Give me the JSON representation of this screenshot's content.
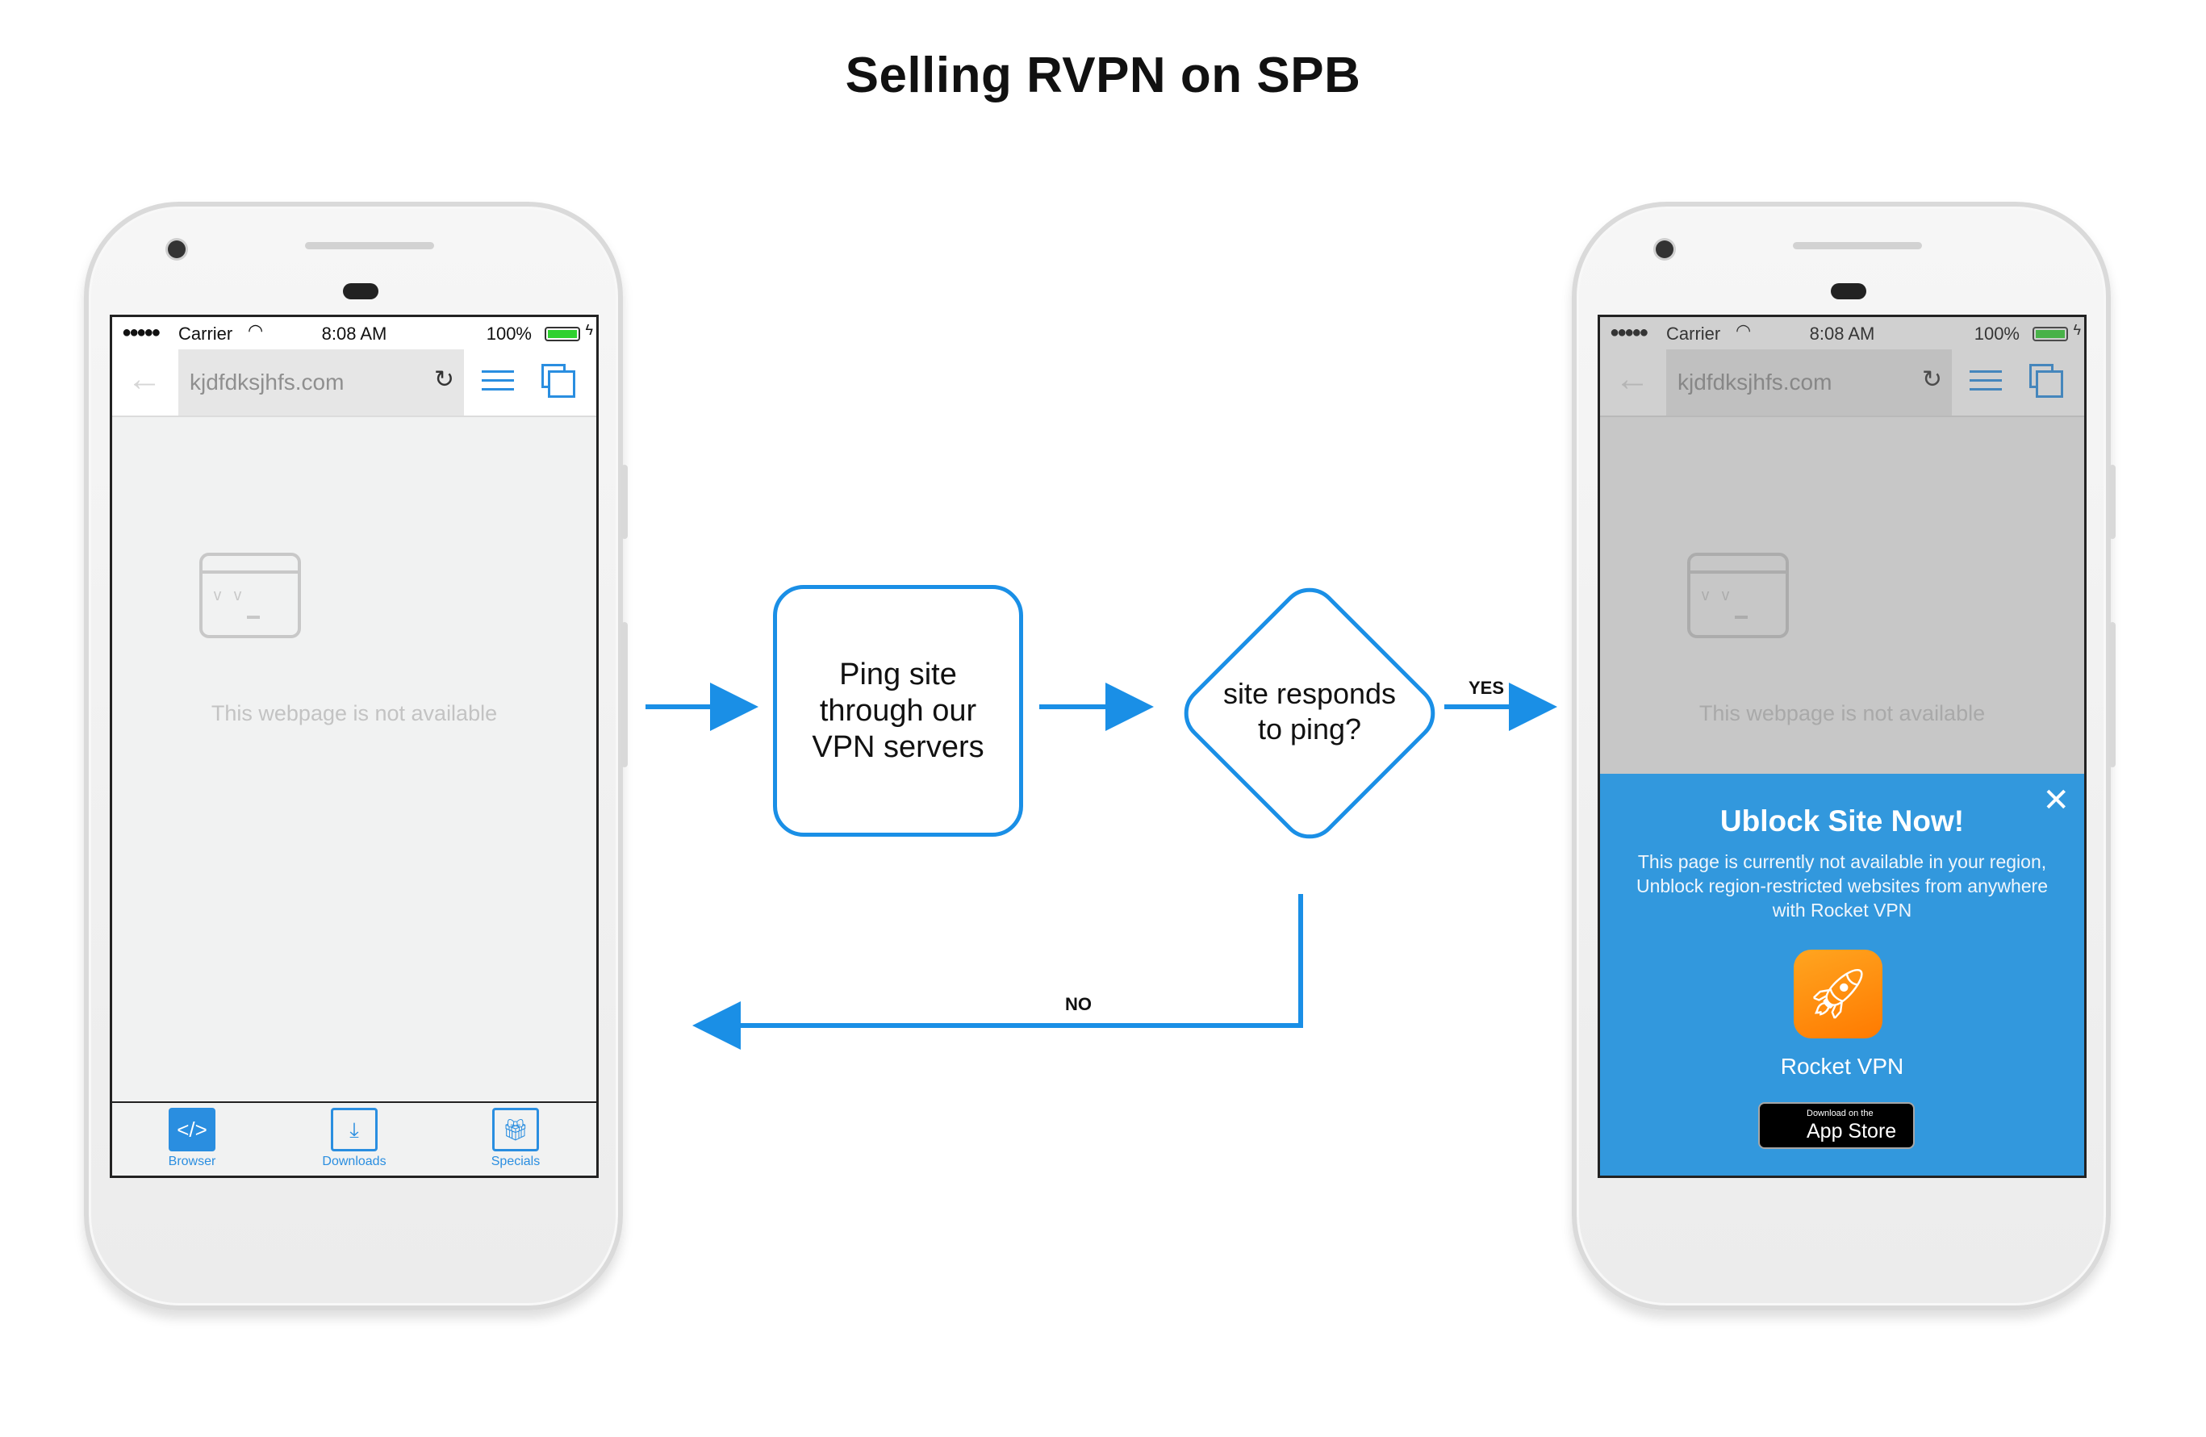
{
  "title": "Selling RVPN on SPB",
  "phone": {
    "status": {
      "carrier": "Carrier",
      "time": "8:08 AM",
      "battery": "100%"
    },
    "url": "kjdfdksjhfs.com",
    "not_available": "This webpage is not available",
    "nav": [
      {
        "label": "Browser",
        "icon": "code-icon"
      },
      {
        "label": "Downloads",
        "icon": "download-icon"
      },
      {
        "label": "Specials",
        "icon": "gift-icon"
      }
    ]
  },
  "flow": {
    "step1": "Ping site through our VPN servers",
    "decision": "site responds to ping?",
    "yes_label": "YES",
    "no_label": "NO"
  },
  "popup": {
    "headline": "Ublock Site Now!",
    "description": "This page is currently not available in your region, Unblock region-restricted websites from anywhere with Rocket VPN",
    "app_name": "Rocket VPN",
    "badge_small": "Download on the",
    "badge_big": "App Store"
  },
  "colors": {
    "accent": "#1a8fe6",
    "popup_bg": "#3298dd",
    "app_icon": "#ff8a00"
  }
}
